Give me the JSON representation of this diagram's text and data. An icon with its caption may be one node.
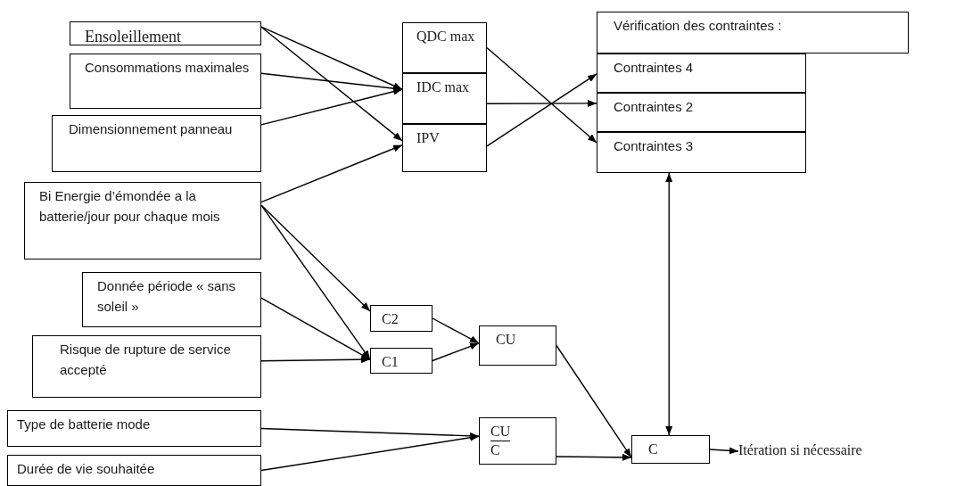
{
  "diagram": {
    "nodes": [
      {
        "text": [
          "Ensoleillement"
        ]
      },
      {
        "text": [
          "Consommations maximales"
        ]
      },
      {
        "text": [
          "Dimensionnement panneau"
        ]
      },
      {
        "text": [
          "Bi Energie d’émondée a la batterie/jour pour chaque mois"
        ]
      },
      {
        "text": [
          "Donnée période « sans soleil »"
        ]
      },
      {
        "text": [
          "Risque de rupture de service accepté"
        ]
      },
      {
        "text": [
          "Type de batterie mode"
        ]
      },
      {
        "text": [
          "Durée de vie souhaitée"
        ]
      },
      {
        "text": [
          "QDC max"
        ]
      },
      {
        "text": [
          "IDC max"
        ]
      },
      {
        "text": [
          "IPV"
        ]
      },
      {
        "text": [
          "Vérification des contraintes :"
        ]
      },
      {
        "text": [
          "Contraintes 4"
        ]
      },
      {
        "text": [
          "Contraintes 2"
        ]
      },
      {
        "text": [
          "Contraintes 3"
        ]
      },
      {
        "text": [
          "C2"
        ]
      },
      {
        "text": [
          "C1"
        ]
      },
      {
        "text": [
          "CU"
        ]
      },
      {
        "text": [
          "CU",
          "C"
        ]
      },
      {
        "text": [
          "C"
        ]
      },
      {
        "text": [
          "Itération si nécessaire"
        ]
      }
    ],
    "edges": [
      {
        "from": 0,
        "to": 9,
        "arrow": "to"
      },
      {
        "from": 0,
        "to": 10,
        "arrow": "to"
      },
      {
        "from": 1,
        "to": 9,
        "arrow": "to"
      },
      {
        "from": 2,
        "to": 9,
        "arrow": "to"
      },
      {
        "from": 3,
        "to": 10,
        "arrow": "to"
      },
      {
        "from": 3,
        "to": 15,
        "arrow": "to"
      },
      {
        "from": 3,
        "to": 16,
        "arrow": "to"
      },
      {
        "from": 4,
        "to": 16,
        "arrow": "to"
      },
      {
        "from": 5,
        "to": 16,
        "arrow": "to"
      },
      {
        "from": 15,
        "to": 17,
        "arrow": "to"
      },
      {
        "from": 16,
        "to": 17,
        "arrow": "to"
      },
      {
        "from": 8,
        "to": 14,
        "arrow": "to"
      },
      {
        "from": 9,
        "to": 13,
        "arrow": "to"
      },
      {
        "from": 10,
        "to": 12,
        "arrow": "to"
      },
      {
        "from": 19,
        "to": 14,
        "arrow": "both"
      },
      {
        "from": 6,
        "to": 18,
        "arrow": "to"
      },
      {
        "from": 7,
        "to": 18,
        "arrow": "to"
      },
      {
        "from": 17,
        "to": 19,
        "arrow": "to"
      },
      {
        "from": 18,
        "to": 19,
        "arrow": "to"
      },
      {
        "from": 19,
        "to": 20,
        "arrow": "to"
      }
    ]
  }
}
